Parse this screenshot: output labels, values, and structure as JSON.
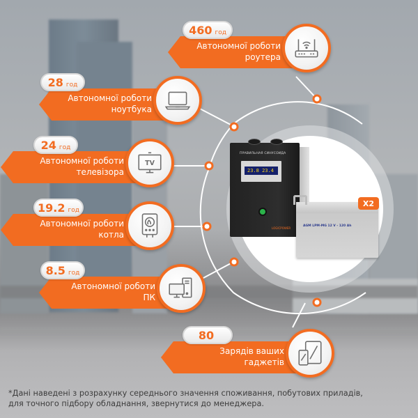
{
  "accent_color": "#f26c21",
  "callouts": [
    {
      "id": "router",
      "value": "460",
      "unit": "год",
      "line1": "Автономної роботи",
      "line2": "роутера",
      "icon": "router-icon"
    },
    {
      "id": "laptop",
      "value": "28",
      "unit": "год",
      "line1": "Автономної роботи",
      "line2": "ноутбука",
      "icon": "laptop-icon"
    },
    {
      "id": "tv",
      "value": "24",
      "unit": "год",
      "line1": "Автономної роботи",
      "line2": "телевізора",
      "icon": "tv-icon",
      "icon_text": "TV"
    },
    {
      "id": "boiler",
      "value": "19.2",
      "unit": "год",
      "line1": "Автономної роботи",
      "line2": "котла",
      "icon": "boiler-icon"
    },
    {
      "id": "pc",
      "value": "8.5",
      "unit": "год",
      "line1": "Автономної роботи",
      "line2": "ПК",
      "icon": "desktop-pc-icon"
    },
    {
      "id": "gadgets",
      "value": "80",
      "unit": "",
      "line1": "Зарядів ваших",
      "line2": "гаджетів",
      "icon": "phone-tablet-icon"
    }
  ],
  "product": {
    "inverter_title": "ПРАВИЛЬНАЯ СИНУСОИДА",
    "inverter_screen": "23.8  23.4",
    "inverter_brand": "LOGICPOWER",
    "battery_label": "AGM LPM-MG 12 V - 120 Ah",
    "battery_count_badge": "X2"
  },
  "footnote": {
    "line1": "*Дані наведені з розрахунку середнього значення споживання, побутових приладів,",
    "line2": "для точного підбору обладнання, звернутися до менеджера."
  }
}
